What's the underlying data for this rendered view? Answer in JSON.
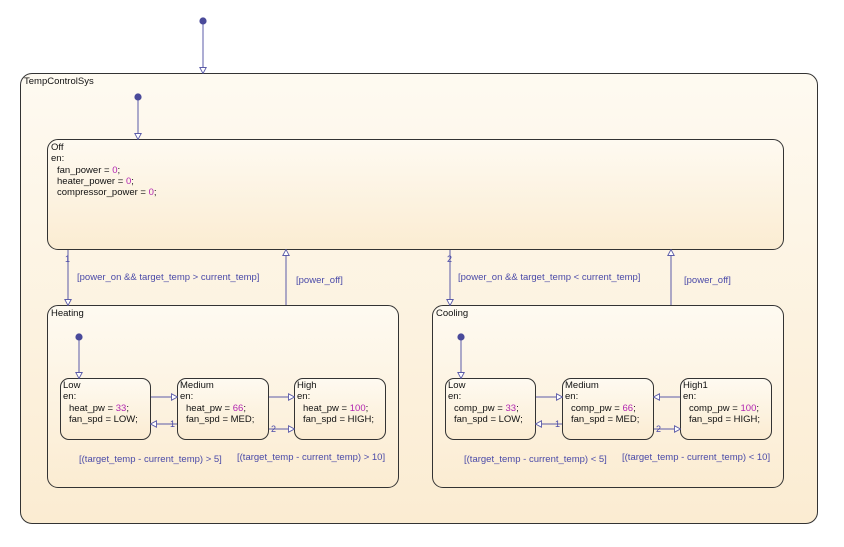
{
  "chart": {
    "root": {
      "name": "TempControlSys"
    },
    "off": {
      "name": "Off",
      "en": "en:",
      "lines": [
        {
          "var": "fan_power",
          "val": "0"
        },
        {
          "var": "heater_power",
          "val": "0"
        },
        {
          "var": "compressor_power",
          "val": "0"
        }
      ]
    },
    "heating": {
      "name": "Heating",
      "low": {
        "name": "Low",
        "en": "en:",
        "a_var": "heat_pw",
        "a_val": "33",
        "b": "fan_spd = LOW;"
      },
      "medium": {
        "name": "Medium",
        "en": "en:",
        "a_var": "heat_pw",
        "a_val": "66",
        "b": "fan_spd = MED;"
      },
      "high": {
        "name": "High",
        "en": "en:",
        "a_var": "heat_pw",
        "a_val": "100",
        "b": "fan_spd = HIGH;"
      },
      "cond_low_med": "[(target_temp - current_temp) > 5]",
      "cond_med_high": "[(target_temp - current_temp) > 10]",
      "num_back_1": "1",
      "num_back_2": "2"
    },
    "cooling": {
      "name": "Cooling",
      "low": {
        "name": "Low",
        "en": "en:",
        "a_var": "comp_pw",
        "a_val": "33",
        "b": "fan_spd = LOW;"
      },
      "medium": {
        "name": "Medium",
        "en": "en:",
        "a_var": "comp_pw",
        "a_val": "66",
        "b": "fan_spd = MED;"
      },
      "high": {
        "name": "High1",
        "en": "en:",
        "a_var": "comp_pw",
        "a_val": "100",
        "b": "fan_spd = HIGH;"
      },
      "cond_low_med": "[(target_temp - current_temp) < 5]",
      "cond_med_high": "[(target_temp - current_temp) < 10]",
      "num_back_1": "1",
      "num_back_2": "2"
    },
    "transitions": {
      "off_to_heating": "[power_on && target_temp > current_temp]",
      "heating_to_off": "[power_off]",
      "off_to_cooling": "[power_on && target_temp < current_temp]",
      "cooling_to_off": "[power_off]",
      "num_1": "1",
      "num_2": "2"
    },
    "colors": {
      "state_fill_top": "#fefaf1",
      "state_fill_bottom": "#fbecd2",
      "transition": "#5b5ba8",
      "dot": "#4a4a9a",
      "number_literal": "#b125b1"
    }
  }
}
